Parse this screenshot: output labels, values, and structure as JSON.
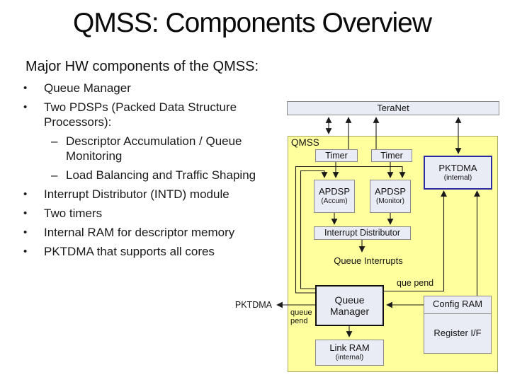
{
  "slide": {
    "title": "QMSS: Components Overview",
    "heading": "Major HW components of the QMSS:",
    "glyphs": {
      "bullet": "•",
      "dash": "–"
    },
    "bullets": [
      {
        "glyph": "•",
        "text": "Queue Manager"
      },
      {
        "glyph": "•",
        "text": "Two PDSPs (Packed Data Structure"
      },
      {
        "glyph": "",
        "text": "Processors):"
      },
      {
        "glyph": "–",
        "text": "Descriptor Accumulation / Queue"
      },
      {
        "glyph": "",
        "text": "Monitoring"
      },
      {
        "glyph": "–",
        "text": "Load Balancing and Traffic Shaping"
      },
      {
        "glyph": "•",
        "text": "Interrupt Distributor (INTD) module"
      },
      {
        "glyph": "•",
        "text": "Two timers"
      },
      {
        "glyph": "•",
        "text": "Internal RAM for descriptor memory"
      },
      {
        "glyph": "•",
        "text": "PKTDMA that supports all cores"
      }
    ]
  },
  "diagram": {
    "teranet_label": "TeraNet",
    "qmss_label": "QMSS",
    "timer1_label": "Timer",
    "timer2_label": "Timer",
    "apdsp_accum": {
      "line1": "APDSP",
      "line2": "(Accum)"
    },
    "apdsp_monitor": {
      "line1": "APDSP",
      "line2": "(Monitor)"
    },
    "pktdma_internal": {
      "line1": "PKTDMA",
      "line2": "(internal)"
    },
    "interrupt_distributor_label": "Interrupt Distributor",
    "queue_interrupts_label": "Queue Interrupts",
    "que_pend_label": "que pend",
    "queue_manager": {
      "line1": "Queue",
      "line2": "Manager"
    },
    "queue_pend_left": {
      "line1": "queue",
      "line2": "pend"
    },
    "pktdma_external_label": "PKTDMA",
    "config_ram_label": "Config RAM",
    "register_if_label": "Register I/F",
    "link_ram": {
      "line1": "Link RAM",
      "line2": "(internal)"
    }
  },
  "colors": {
    "qmss_fill": "#ffff9e",
    "qmss_border": "#a9a85e",
    "box_fill": "#e9ebf5",
    "box_border": "#8a8a8a",
    "pktdma_border": "#2b2ba6",
    "queue_manager_border": "#101010",
    "connector_line": "#1a1a1a",
    "text": "#1a1a1a"
  }
}
